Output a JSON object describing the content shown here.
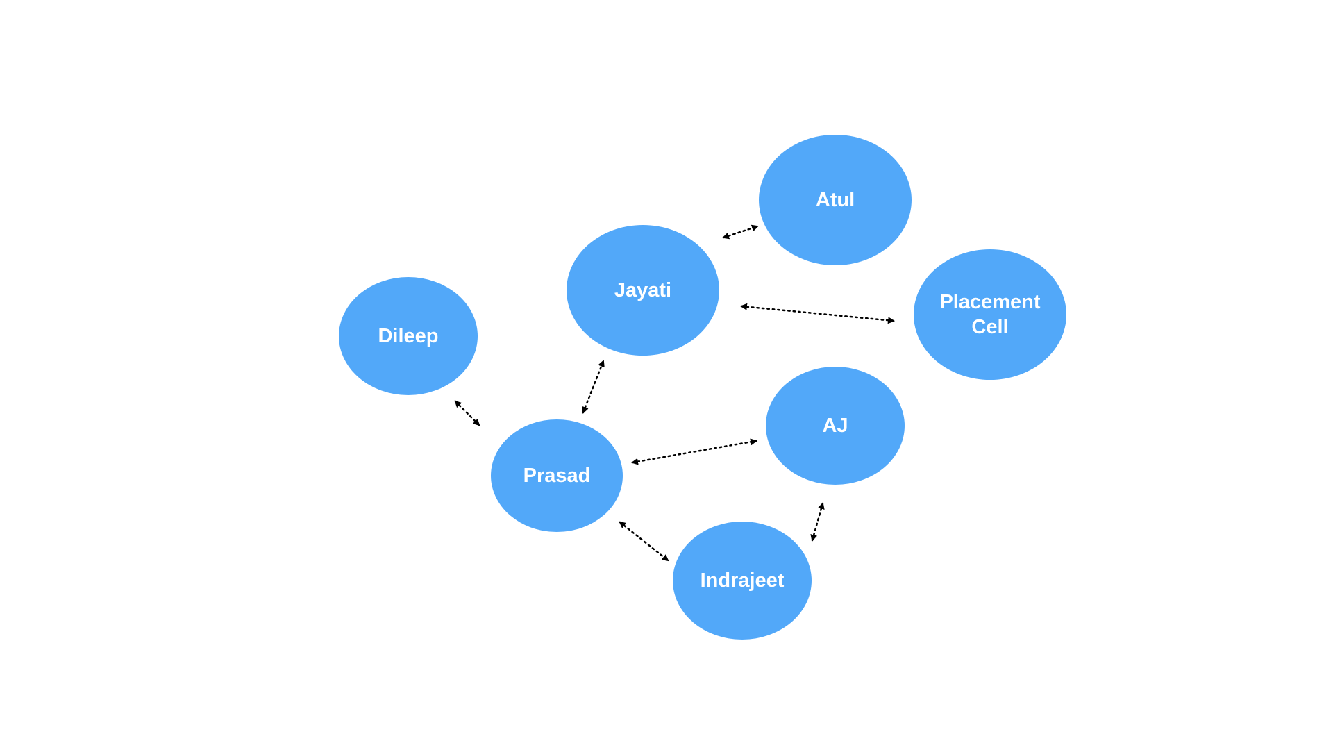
{
  "diagram": {
    "node_color": "#52a8f9",
    "connector_color": "#000000",
    "nodes": [
      {
        "id": "atul",
        "lines": [
          "Atul"
        ]
      },
      {
        "id": "jayati",
        "lines": [
          "Jayati"
        ]
      },
      {
        "id": "placement-cell",
        "lines": [
          "Placement",
          "Cell"
        ]
      },
      {
        "id": "dileep",
        "lines": [
          "Dileep"
        ]
      },
      {
        "id": "aj",
        "lines": [
          "AJ"
        ]
      },
      {
        "id": "prasad",
        "lines": [
          "Prasad"
        ]
      },
      {
        "id": "indrajeet",
        "lines": [
          "Indrajeet"
        ]
      }
    ],
    "connections": [
      {
        "from": "jayati",
        "to": "atul",
        "style": "dotted",
        "arrows": "both"
      },
      {
        "from": "jayati",
        "to": "placement-cell",
        "style": "dotted",
        "arrows": "both"
      },
      {
        "from": "prasad",
        "to": "jayati",
        "style": "dotted",
        "arrows": "both"
      },
      {
        "from": "dileep",
        "to": "prasad",
        "style": "dotted",
        "arrows": "both"
      },
      {
        "from": "prasad",
        "to": "aj",
        "style": "dotted",
        "arrows": "both"
      },
      {
        "from": "prasad",
        "to": "indrajeet",
        "style": "dotted",
        "arrows": "both"
      },
      {
        "from": "indrajeet",
        "to": "aj",
        "style": "dotted",
        "arrows": "both"
      }
    ]
  }
}
